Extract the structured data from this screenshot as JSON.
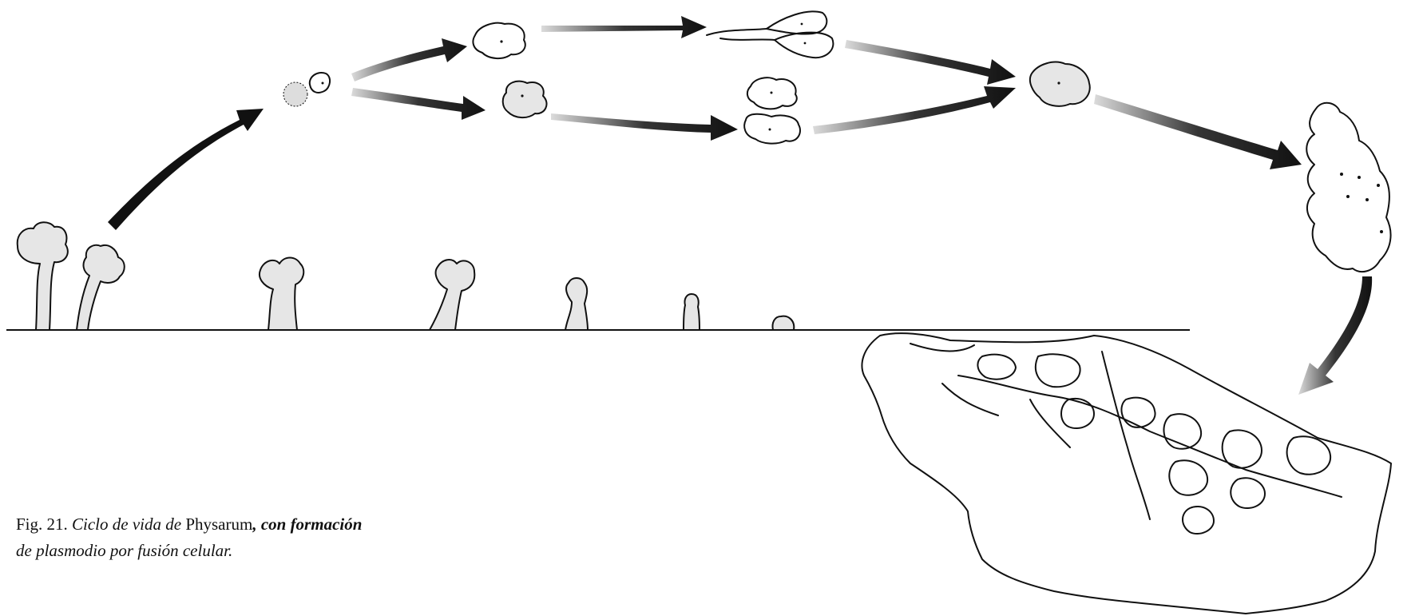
{
  "figure": {
    "caption": {
      "label": "Fig. 21.",
      "part1": "Ciclo de vida de",
      "genus": "Physarum",
      "part2": ", con formación",
      "line2": "de plasmodio por fusión celular."
    },
    "colors": {
      "ink": "#111111",
      "shade": "#e6e6e6",
      "background": "#ffffff"
    }
  }
}
